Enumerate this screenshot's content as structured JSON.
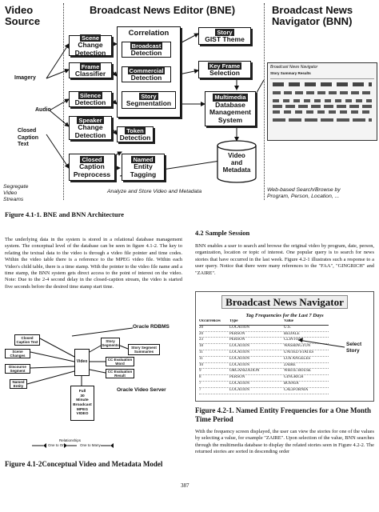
{
  "fig1": {
    "header_left": [
      "Video",
      "Source"
    ],
    "header_center": "Broadcast News Editor (BNE)",
    "header_right": [
      "Broadcast News",
      "Navigator (BNN)"
    ],
    "side_labels": {
      "imagery": "Imagery",
      "audio": "Audio",
      "closed_caption": [
        "Closed",
        "Caption",
        "Text"
      ]
    },
    "boxes": {
      "scene": {
        "tag": "Scene",
        "text": [
          "Change",
          "Detection"
        ]
      },
      "frame": {
        "tag": "Frame",
        "text": [
          "Classifier"
        ]
      },
      "silence": {
        "tag": "Silence",
        "text": [
          "Detection"
        ]
      },
      "speaker": {
        "tag": "Speaker",
        "text": [
          "Change",
          "Detection"
        ]
      },
      "token": {
        "tag": "Token",
        "text": [
          "Detection"
        ]
      },
      "correlation": {
        "text": "Correlation"
      },
      "broadcast": {
        "tag": "Broadcast",
        "text": [
          "Detection"
        ]
      },
      "commercial": {
        "tag": "Commercial",
        "text": [
          "Detection"
        ]
      },
      "story_seg": {
        "tag": "Story",
        "text": [
          "Segmentation"
        ]
      },
      "story_gist": {
        "tag": "Story",
        "text": [
          "GIST Theme"
        ]
      },
      "keyframe": {
        "tag": "Key Frame",
        "text": [
          "Selection"
        ]
      },
      "mmdb": {
        "tag": "Multimedia",
        "text": [
          "Database",
          "Management",
          "System"
        ]
      },
      "closed_caption_pre": {
        "tag": "Closed",
        "text": [
          "Caption",
          "Preprocess"
        ]
      },
      "named_entity": {
        "tag": "Named",
        "text": [
          "Entity",
          "Tagging"
        ]
      },
      "video_meta": {
        "text": [
          "Video",
          "and",
          "Metadata"
        ]
      }
    },
    "bottom_labels": {
      "left": [
        "Segregate",
        "Video",
        "Streams"
      ],
      "center": "Analyze and Store Video and Metadata",
      "right": [
        "Web-based Search/Browse by",
        "Program, Person, Location, ..."
      ]
    },
    "screenshot": {
      "title": "Broadcast News Navigator",
      "subtitle": "Story Summary Results"
    },
    "caption": "Figure 4.1-1. BNE and BNN Architecture"
  },
  "left_text": "The underlying data in the system is stored in a relational database management system. The conceptual level of the database can be seen in figure 4.1-2. The key to relating the textual data to the video is through a video file pointer and time codes. Within the video table there is a reference to the MPEG video file. Within each Video's child table, there is a time stamp. With the pointer to the video file name and a time stamp, the BNN system gets direct access to the point of interest on the video. Note: Due to the 2-4 second delay in the closed-caption stream, the video is started five seconds before the desired time stamp start time.",
  "fig2": {
    "boxes": {
      "closed_caption_text": "Closed Caption Text",
      "scene_changes": "Scene Changes",
      "discourse": "Discourse Segment",
      "named_entity": "Named Entity",
      "video": "Video",
      "story_segments": "Story Segments",
      "story_summaries": "Story Segment Summaries",
      "cc_eval_word": "CC Evaluation Word",
      "cc_eval_result": "CC Evaluation Result",
      "mpeg": [
        "Full",
        "30",
        "Minute",
        "Broadcast",
        "MPEG",
        "VIDEO"
      ]
    },
    "labels": {
      "oracle_rdbms": "Oracle RDBMS",
      "oracle_video": "Oracle Video Server"
    },
    "legend": {
      "title": "Relationships",
      "one_to_one": "One to One",
      "one_to_many": "One to Many"
    },
    "caption": "Figure 4.1-2Conceptual Video and Metadata Model"
  },
  "right_section": {
    "heading": "4.2 Sample Session",
    "para1": "BNN enables a user to search and browse the original video by program, date, person, organization, location or topic of interest. One popular query is to search for news stories that have occurred in the last week. Figure 4.2-1 illustrates such a response to a user query. Notice that there were many references to the \"FAA\", \"GINGRICH\" and \"ZAIRE\".",
    "panel_title": "Broadcast News Navigator",
    "panel_subtitle": "Tag Frequencies for the Last 7 Days",
    "table_headers": [
      "Occurrences",
      "Type",
      "Value"
    ],
    "table_rows": [
      [
        "20",
        "LOCATION",
        "U.S."
      ],
      [
        "20",
        "PERSON",
        "BEDALE"
      ],
      [
        "23",
        "PERSON",
        "CLINTON"
      ],
      [
        "18",
        "LOCATION",
        "WASHINGTON"
      ],
      [
        "11",
        "LOCATION",
        "UNITED STATES"
      ],
      [
        "11",
        "LOCATION",
        "LOS ANGELES"
      ],
      [
        "10",
        "LOCATION",
        "ZAIRE"
      ],
      [
        "9",
        "ORGANIZATION",
        "WHITE HOUSE"
      ],
      [
        "8",
        "PERSON",
        "GINGRICH"
      ],
      [
        "7",
        "LOCATION",
        "BOSNIA"
      ],
      [
        "7",
        "LOCATION",
        "CALIFORNIA"
      ]
    ],
    "select_story": [
      "Select",
      "Story"
    ],
    "caption": "Figure 4.2-1. Named Entity Frequencies for a One Month Time Period",
    "para2": "With the frequency screen displayed, the user can view the stories for one of the values by selecting a value, for example \"ZAIRE\". Upon selection of the value, BNN searches through the multimedia database to display the related stories seen in Figure 4.2-2. The returned stories are sorted in descending order"
  },
  "page_number": "387"
}
